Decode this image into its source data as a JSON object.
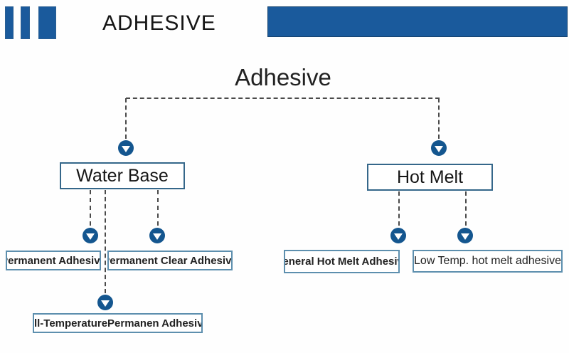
{
  "header": {
    "title": "ADHESIVE"
  },
  "diagram": {
    "title": "Adhesive",
    "branches": [
      {
        "label": "Water Base",
        "children": [
          "Permanent Adhesive",
          "Permanent Clear Adhesive",
          "All-TemperaturePermanen Adhesive"
        ]
      },
      {
        "label": "Hot Melt",
        "children": [
          "General Hot Melt Adhesive",
          "Low Temp. hot melt adhesive"
        ]
      }
    ]
  },
  "icons": {
    "down_arrow": "down-arrow-in-circle"
  },
  "colors": {
    "accent_blue": "#1a5a9c",
    "arrow_blue": "#14568f",
    "leaf_border": "#5d8fae",
    "branch_border": "#35678a",
    "dash_gray": "#4a4a4a"
  }
}
